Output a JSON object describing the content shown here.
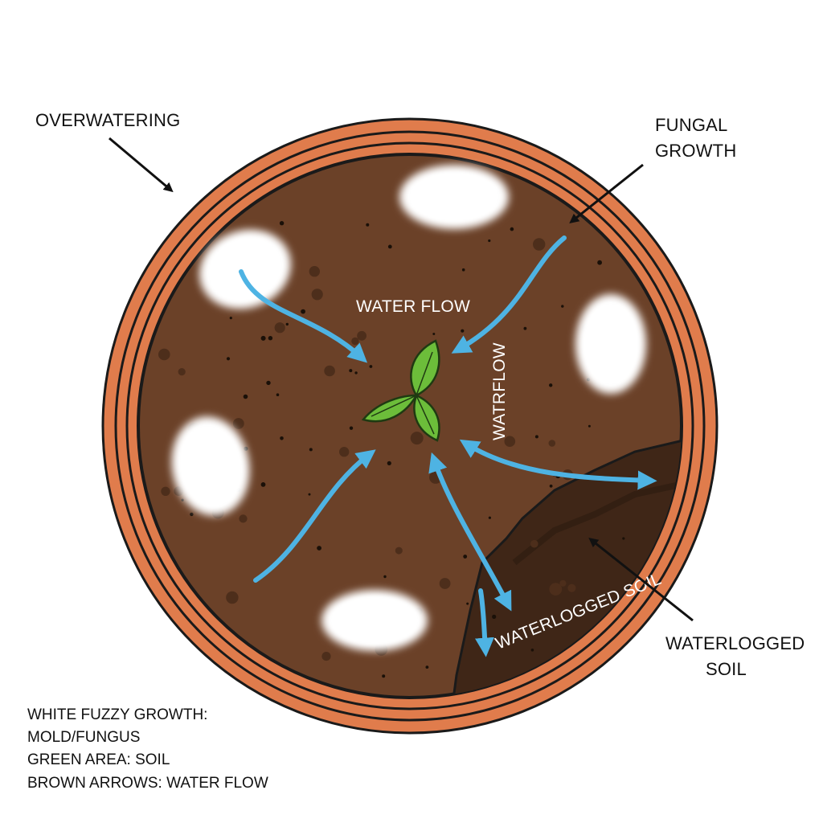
{
  "labels": {
    "overwatering": "OVERWATERING",
    "fungal_line1": "FUNGAL",
    "fungal_line2": "GROWTH",
    "waterlogged_line1": "WATERLOGGED",
    "waterlogged_line2": "SOIL",
    "water_flow": "WATER FLOW",
    "watrflow": "WATRFLOW",
    "waterlogged_inner_1": "WATERLOGGED",
    "waterlogged_inner_2": "SOIL",
    "waterlogged_inner_3": "WATERLOGGED SOIL"
  },
  "legend": [
    "WHITE FUZZY GROWTH:",
    "MOLD/FUNGUS",
    "GREEN AREA: SOIL",
    "BROWN ARROWS: WATER FLOW"
  ],
  "colors": {
    "pot_rim": "#e07c4c",
    "pot_line": "#1a1a1a",
    "soil": "#6b4128",
    "soil_dark": "#3f2617",
    "soil_speck": "#4d2e1b",
    "water": "#4eb3e3",
    "leaf": "#6cbd3a",
    "leaf_edge": "#1f3a12",
    "mold": "#ffffff",
    "arrow": "#111111"
  },
  "icons": {
    "plant": "seedling-icon",
    "mold": "mold-patch-icon"
  }
}
